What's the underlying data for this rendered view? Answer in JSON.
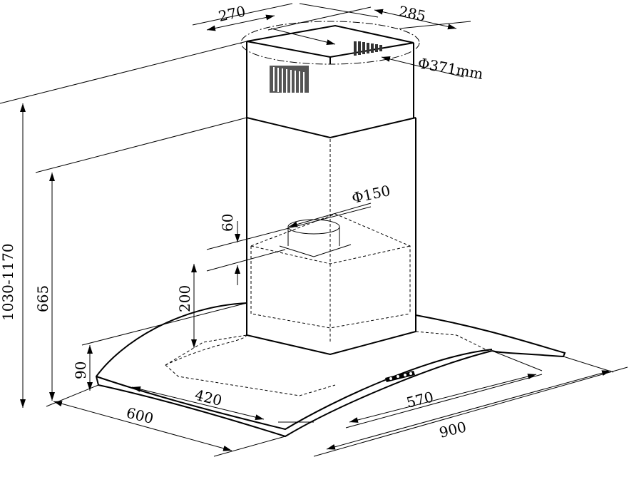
{
  "title": "Range hood dimensional drawing",
  "dimensions": {
    "chimney_depth": "270",
    "chimney_width": "285",
    "chimney_diameter": "Φ371mm",
    "outlet_diameter": "Φ150",
    "outlet_height": "60",
    "motor_height": "200",
    "lower_chimney_height": "665",
    "total_height": "1030-1170",
    "canopy_front_height": "90",
    "canopy_inner_depth": "420",
    "canopy_depth": "600",
    "canopy_inner_width": "570",
    "canopy_width": "900"
  }
}
